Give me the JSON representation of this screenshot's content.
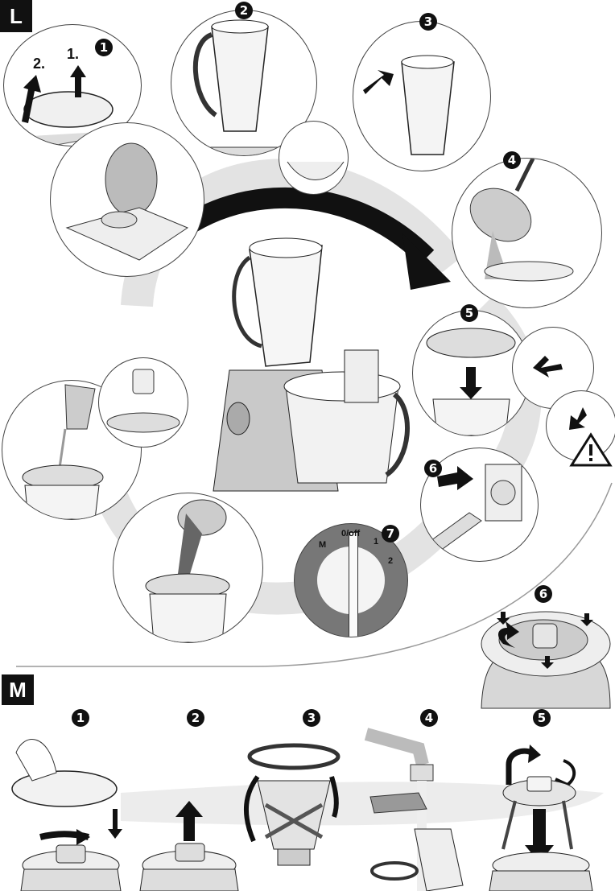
{
  "document": {
    "type": "instruction-manual-illustration",
    "sections": [
      {
        "label": "L",
        "description": "Blender attachment usage",
        "steps": [
          {
            "number": "1",
            "badge": "❶",
            "annotations": [
              "2.",
              "1."
            ],
            "description": "Remove cover from blender drive (1. lift, 2. remove)"
          },
          {
            "number": "2",
            "badge": "❷",
            "description": "Place blender jug on drive"
          },
          {
            "number": "3",
            "badge": "❸",
            "description": "Turn blender jug to lock"
          },
          {
            "number": "4",
            "badge": "❹",
            "description": "Fill ingredients into jug"
          },
          {
            "number": "5",
            "badge": "❺",
            "description": "Place lid on jug and lock",
            "warning_icon": "warning-triangle"
          },
          {
            "number": "6",
            "badge": "❻",
            "description": "Insert mains plug into socket"
          },
          {
            "number": "7",
            "badge": "❼",
            "description": "Set rotary switch",
            "switch_labels": [
              "M",
              "0/off",
              "1",
              "2"
            ]
          }
        ],
        "extra_panels": [
          {
            "description": "Add liquid through funnel opening"
          },
          {
            "description": "Insert funnel into lid"
          },
          {
            "description": "Add solid ingredients through lid opening"
          }
        ]
      },
      {
        "label": "M",
        "description": "Blade disassembly and cleaning",
        "steps": [
          {
            "number": "1",
            "badge": "❶",
            "description": "Remove blade unit by turning"
          },
          {
            "number": "2",
            "badge": "❷",
            "description": "Lift blade unit off"
          },
          {
            "number": "3",
            "badge": "❸",
            "description": "Remove seal ring"
          },
          {
            "number": "4",
            "badge": "❹",
            "description": "Clean blade under running water"
          },
          {
            "number": "5",
            "badge": "❺",
            "description": "Reassemble and insert blade unit"
          },
          {
            "number": "6",
            "badge": "❻",
            "description": "Align and lock blade unit in jug"
          }
        ]
      }
    ]
  }
}
